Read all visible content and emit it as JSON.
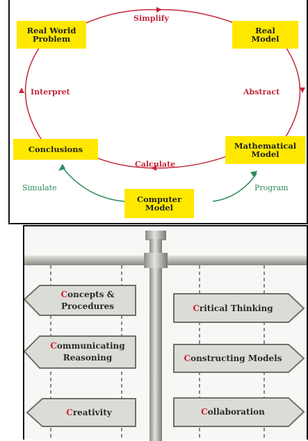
{
  "cycle": {
    "stages": {
      "real_world_problem": "Real World\nProblem",
      "real_model": "Real\nModel",
      "mathematical_model": "Mathematical\nModel",
      "computer_model": "Computer\nModel",
      "conclusions": "Conclusions"
    },
    "edges": {
      "simplify": "Simplify",
      "abstract": "Abstract",
      "calculate": "Calculate",
      "interpret": "Interpret",
      "program": "Program",
      "simulate": "Simulate"
    },
    "colors": {
      "box": "#ffe800",
      "red_path": "#c2273a",
      "green_path": "#2e8b57"
    }
  },
  "signpost": {
    "left_signs": [
      {
        "initial": "C",
        "rest": "oncepts &\nProcedures"
      },
      {
        "initial": "C",
        "rest": "ommunicating\nReasoning"
      },
      {
        "initial": "C",
        "rest": "reativity"
      }
    ],
    "right_signs": [
      {
        "initial": "C",
        "rest": "ritical Thinking"
      },
      {
        "initial": "C",
        "rest": "onstructing Models"
      },
      {
        "initial": "C",
        "rest": "ollaboration"
      }
    ],
    "colors": {
      "sign_fill": "#dcdcd6",
      "initial": "#d0202a"
    }
  }
}
